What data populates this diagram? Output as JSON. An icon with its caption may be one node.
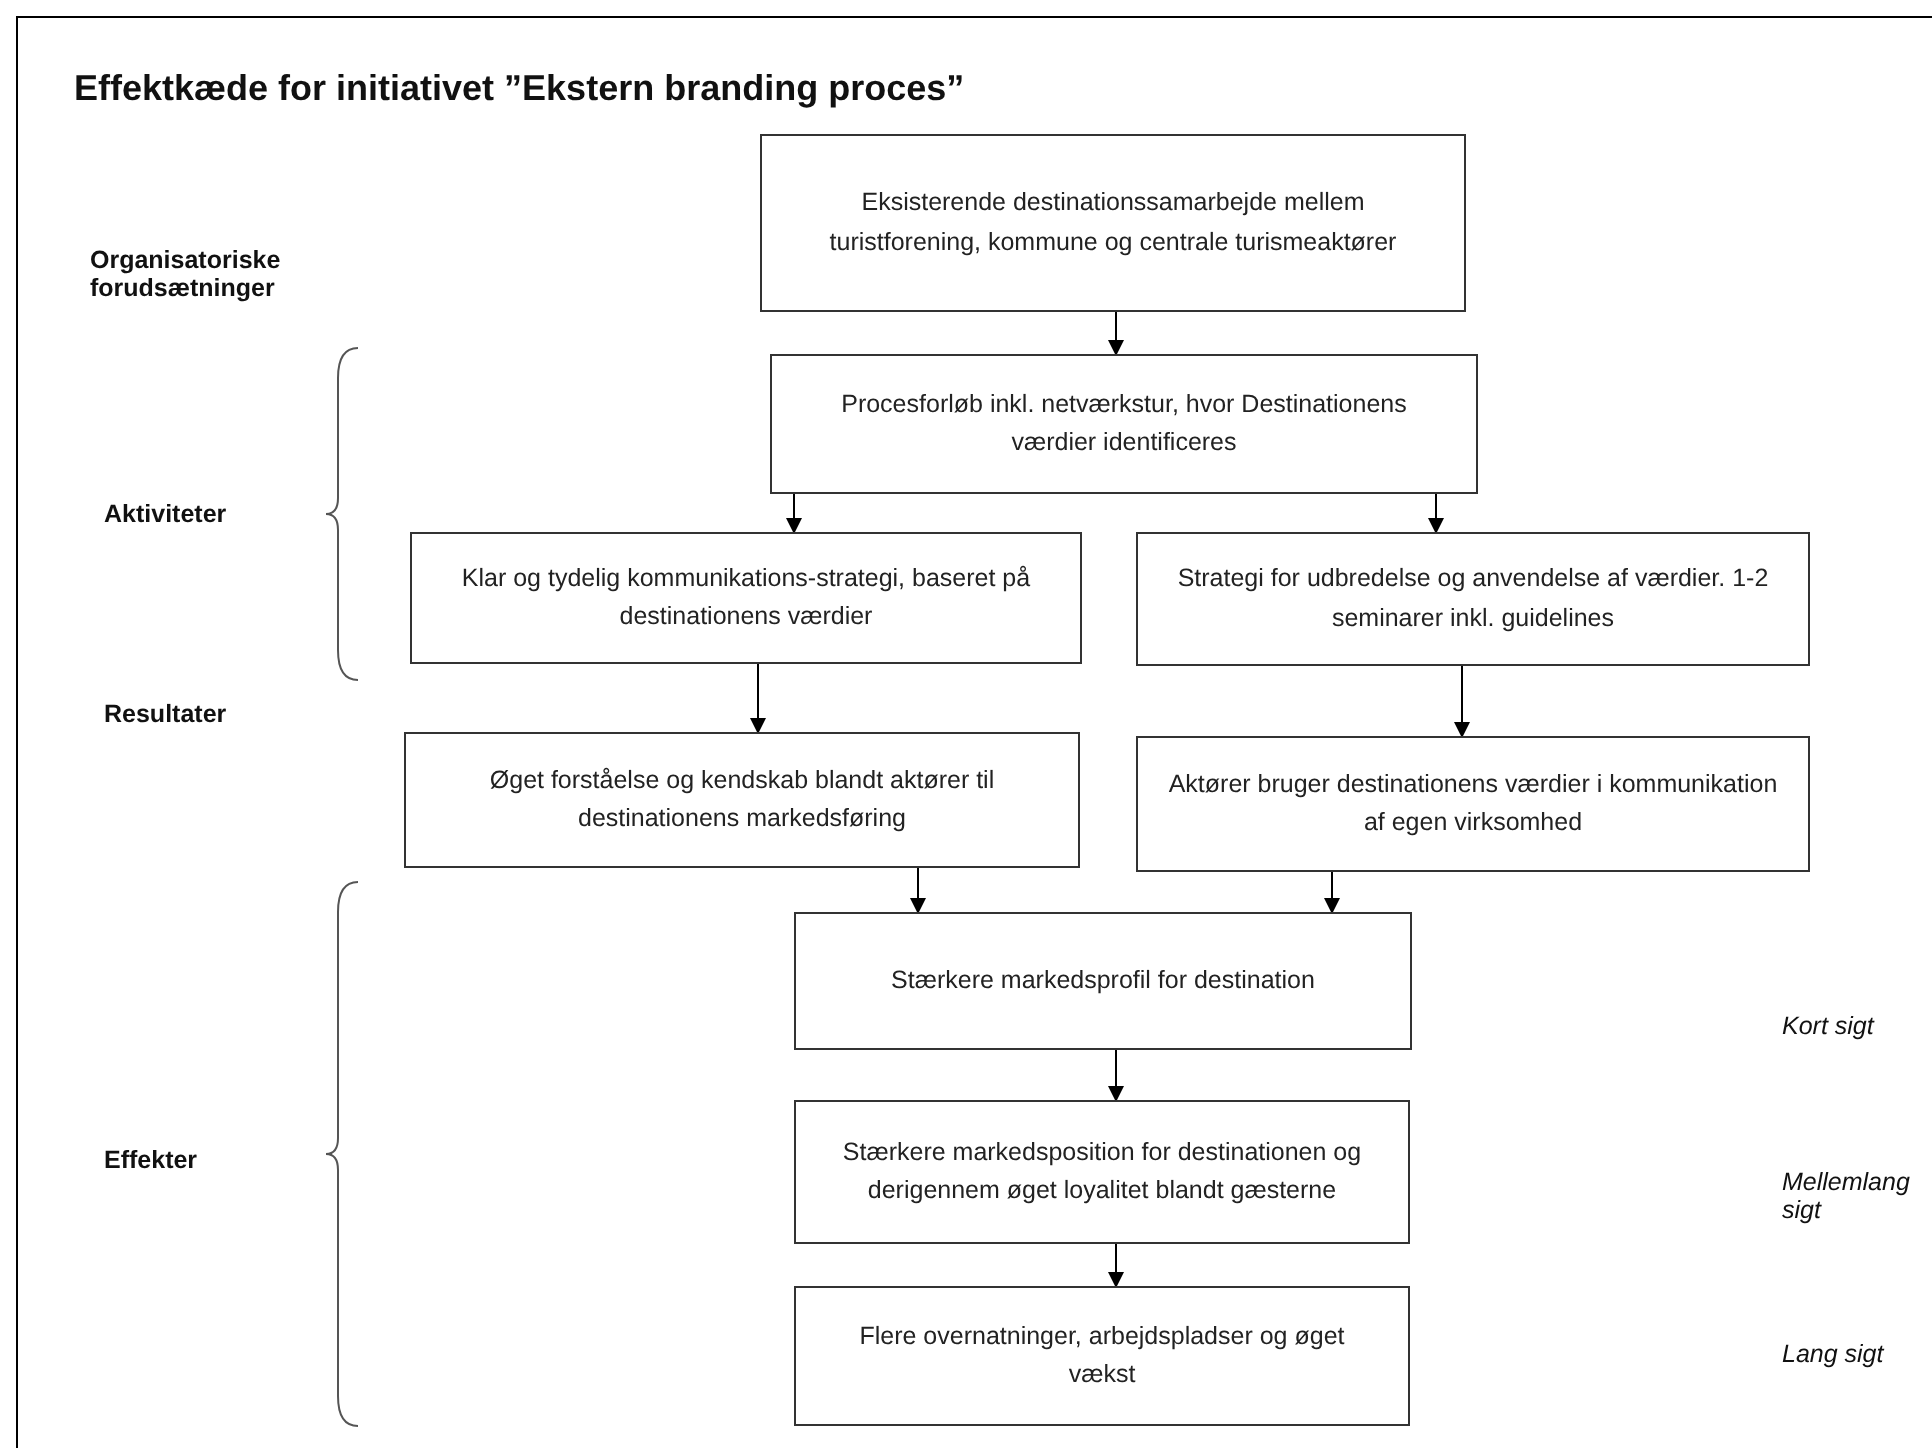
{
  "diagram": {
    "title": "Effektkæde for initiativet ”Ekstern branding proces”",
    "nodes": [
      {
        "text": [
          "Eksisterende destinationssamarbejde mellem turistforening, kommune og centrale turismeaktører"
        ]
      },
      {
        "text": [
          "Procesforløb inkl. netværkstur, hvor Destinationens værdier identificeres"
        ]
      },
      {
        "text": [
          "Klar og tydelig kommunikations-strategi, baseret på destinationens værdier"
        ]
      },
      {
        "text": [
          "Strategi for udbredelse og anvendelse af værdier. 1-2 seminarer inkl. guidelines"
        ]
      },
      {
        "text": [
          "Øget forståelse og kendskab blandt aktører til destinationens markedsføring"
        ]
      },
      {
        "text": [
          "Aktører bruger destinationens værdier i kommunikation af egen virksomhed"
        ]
      },
      {
        "text": [
          "Stærkere markedsprofil for destination"
        ]
      },
      {
        "text": [
          "Stærkere markedsposition for destinationen og derigennem øget loyalitet blandt gæsterne"
        ]
      },
      {
        "text": [
          "Flere overnatninger, arbejdspladser og øget vækst"
        ]
      }
    ],
    "edges": [
      {
        "from": 0,
        "to": 1,
        "arrow": "to"
      },
      {
        "from": 1,
        "to": 2,
        "arrow": "to"
      },
      {
        "from": 1,
        "to": 3,
        "arrow": "to"
      },
      {
        "from": 2,
        "to": 4,
        "arrow": "to"
      },
      {
        "from": 3,
        "to": 5,
        "arrow": "to"
      },
      {
        "from": 4,
        "to": 6,
        "arrow": "to"
      },
      {
        "from": 5,
        "to": 6,
        "arrow": "to"
      },
      {
        "from": 6,
        "to": 7,
        "arrow": "to"
      },
      {
        "from": 7,
        "to": 8,
        "arrow": "to"
      }
    ],
    "labels": [
      "Organisatoriske forudsætninger",
      "Aktiviteter",
      "Resultater",
      "Effekter",
      "Kort sigt",
      "Mellemlang sigt",
      "Lang sigt"
    ]
  }
}
